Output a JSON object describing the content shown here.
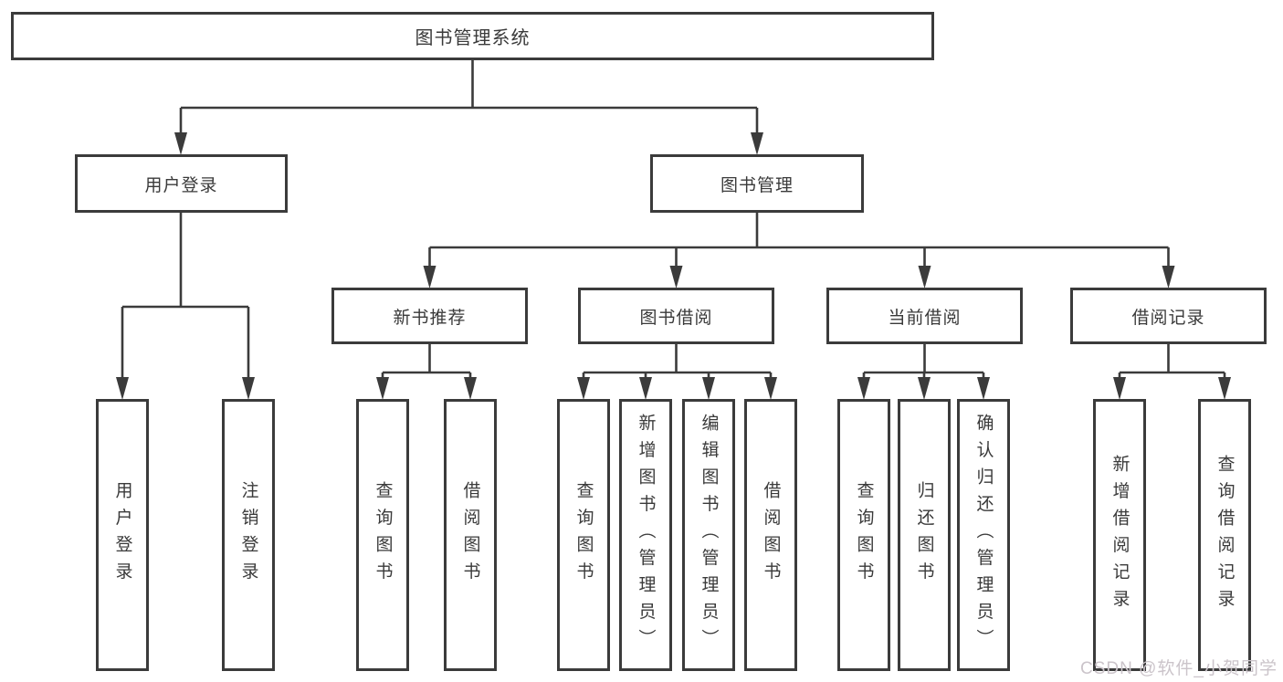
{
  "hierarchy": {
    "label": "图书管理系统",
    "children": [
      {
        "label": "用户登录",
        "children": [
          {
            "label": "用户登录"
          },
          {
            "label": "注销登录"
          }
        ]
      },
      {
        "label": "图书管理",
        "children": [
          {
            "label": "新书推荐",
            "children": [
              {
                "label": "查询图书"
              },
              {
                "label": "借阅图书"
              }
            ]
          },
          {
            "label": "图书借阅",
            "children": [
              {
                "label": "查询图书"
              },
              {
                "label": "新增图书（管理员）"
              },
              {
                "label": "编辑图书（管理员）"
              },
              {
                "label": "借阅图书"
              }
            ]
          },
          {
            "label": "当前借阅",
            "children": [
              {
                "label": "查询图书"
              },
              {
                "label": "归还图书"
              },
              {
                "label": "确认归还（管理员）"
              }
            ]
          },
          {
            "label": "借阅记录",
            "children": [
              {
                "label": "新增借阅记录"
              },
              {
                "label": "查询借阅记录"
              }
            ]
          }
        ]
      }
    ]
  },
  "watermark": {
    "text": "CSDN @软件_小贺同学"
  },
  "colors": {
    "line": "#3b3b3b",
    "text": "#3a3a3a",
    "watermark": "#cbc4ca",
    "background": "#ffffff"
  }
}
